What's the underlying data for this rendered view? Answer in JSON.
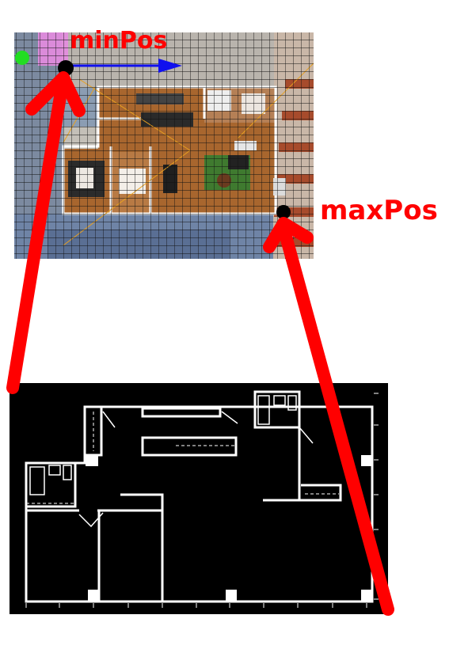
{
  "labels": {
    "min": "minPos",
    "max": "maxPos"
  },
  "colors": {
    "arrow": "#ff0000",
    "marker": "#000000",
    "origin_marker": "#22dd22",
    "axis_arrow": "#1010ee",
    "floor_wood": "#a8662e",
    "grid_line": "#111111",
    "map_free": "#000000",
    "map_wall": "#ffffff"
  },
  "icons": {
    "top_panel": "rendered-apartment-topdown-view",
    "bottom_panel": "occupancy-floorplan-map"
  }
}
